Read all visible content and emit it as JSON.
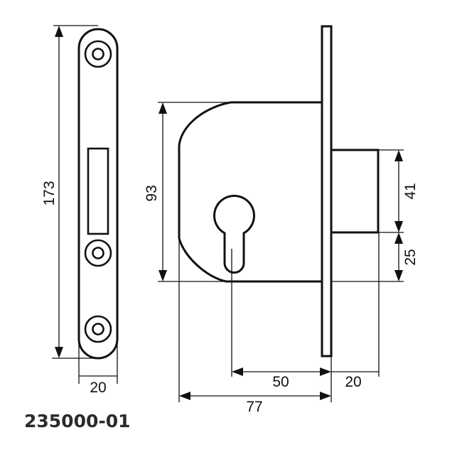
{
  "diagram": {
    "title": "Mortise deadlock technical drawing",
    "part_number": "235000-01",
    "colors": {
      "line": "#111111",
      "background": "#ffffff",
      "part_number_text": "#2b2b2b"
    },
    "views": {
      "front_plate": {
        "description": "Forend plate (front view) with 3 countersunk screw holes and a rectangular bolt slot",
        "dimensions": {
          "height": "173",
          "width": "20"
        }
      },
      "side_view": {
        "description": "Lock case side view with euro profile cylinder keyhole, faceplate and protruding bolt",
        "dimensions": {
          "case_height": "93",
          "bolt_height": "41",
          "bolt_offset_from_bottom": "25",
          "backset": "50",
          "bolt_throw": "20",
          "case_depth": "77"
        }
      }
    }
  }
}
